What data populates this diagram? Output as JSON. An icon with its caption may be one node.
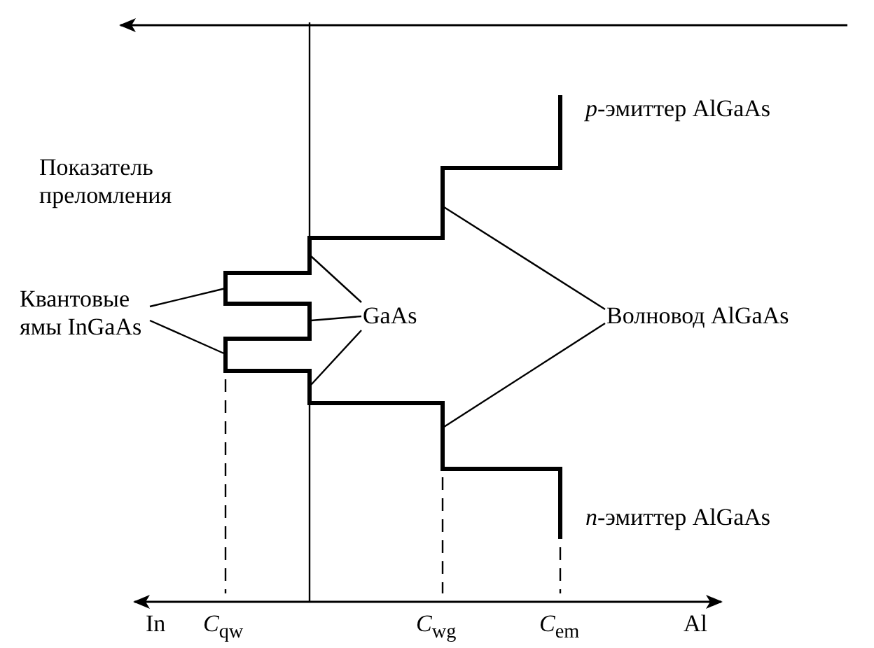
{
  "diagram": {
    "nodes": [
      {
        "text": [
          "Квантовые ямы InGaAs"
        ]
      },
      {
        "text": [],
        "shape": "bar"
      },
      {
        "text": [],
        "shape": "bar"
      },
      {
        "text": [
          "GaAs"
        ]
      },
      {
        "text": [],
        "shape": "bar"
      },
      {
        "text": [],
        "shape": "bar"
      },
      {
        "text": [],
        "shape": "bar"
      },
      {
        "text": [
          "Волновод AlGaAs"
        ]
      },
      {
        "text": [],
        "shape": "bar"
      },
      {
        "text": [],
        "shape": "bar"
      }
    ],
    "edges": [
      {
        "from": 0,
        "to": 1,
        "arrow": "none"
      },
      {
        "from": 0,
        "to": 2,
        "arrow": "none"
      },
      {
        "from": 3,
        "to": 4,
        "arrow": "none"
      },
      {
        "from": 3,
        "to": 5,
        "arrow": "none"
      },
      {
        "from": 3,
        "to": 6,
        "arrow": "none"
      },
      {
        "from": 7,
        "to": 8,
        "arrow": "none"
      },
      {
        "from": 7,
        "to": 9,
        "arrow": "none"
      }
    ],
    "labels": [
      "Показатель преломления",
      "*p*-эмиттер AlGaAs",
      "*n*-эмиттер AlGaAs",
      "In",
      "*C*$_{qw}$",
      "*C*$_{wg}$",
      "*C*$_{em}$",
      "Al"
    ]
  }
}
